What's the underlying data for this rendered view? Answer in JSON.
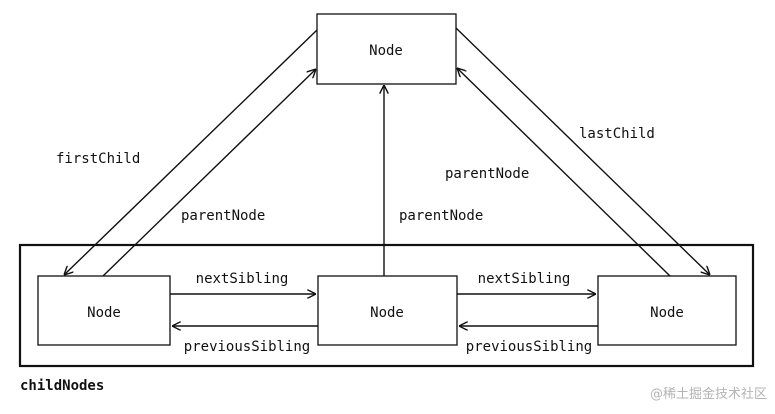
{
  "diagram": {
    "nodes": {
      "parent": "Node",
      "first_child": "Node",
      "middle_child": "Node",
      "last_child": "Node"
    },
    "labels": {
      "first_child": "firstChild",
      "last_child": "lastChild",
      "parent_node_left": "parentNode",
      "parent_node_middle": "parentNode",
      "parent_node_right": "parentNode",
      "next_sibling_1": "nextSibling",
      "next_sibling_2": "nextSibling",
      "previous_sibling_1": "previousSibling",
      "previous_sibling_2": "previousSibling",
      "child_nodes": "childNodes"
    },
    "watermark": "@稀土掘金技术社区"
  }
}
